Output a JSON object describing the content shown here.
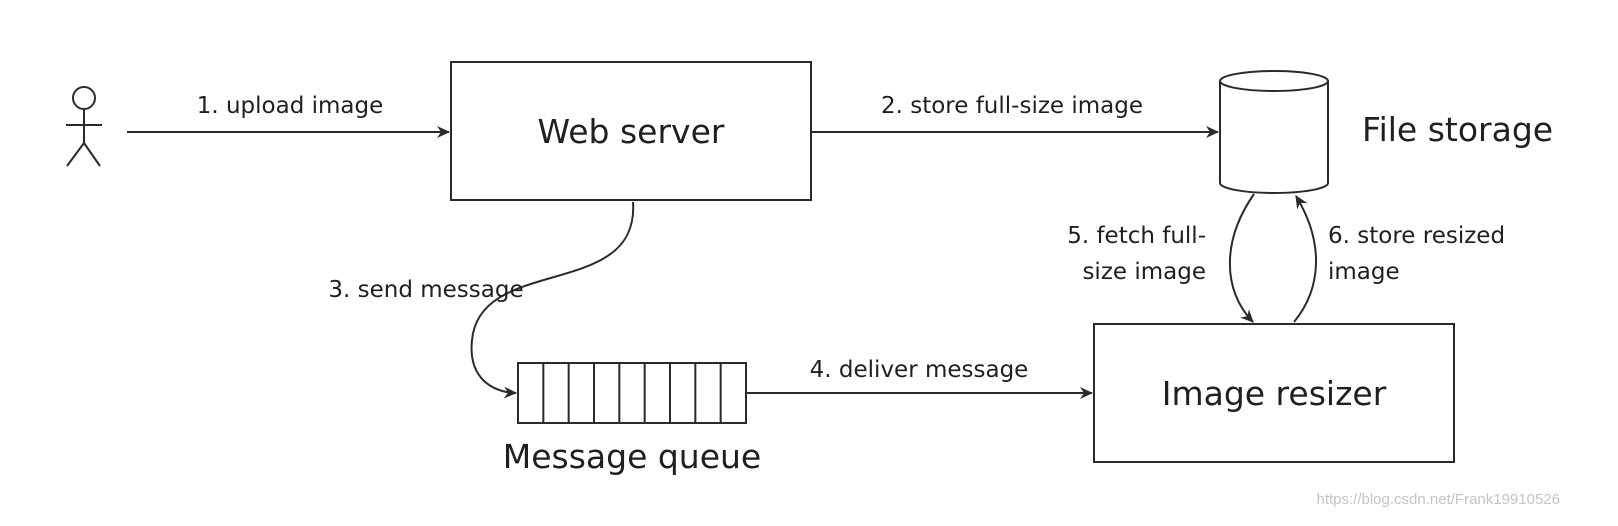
{
  "nodes": {
    "user": {
      "icon": "person-icon"
    },
    "web_server": {
      "label": "Web server"
    },
    "file_storage": {
      "label": "File storage",
      "icon": "database-cylinder-icon"
    },
    "message_queue": {
      "label": "Message queue",
      "icon": "queue-icon",
      "slots": 9
    },
    "image_resizer": {
      "label": "Image resizer"
    }
  },
  "edges": [
    {
      "from": "user",
      "to": "web_server",
      "label": [
        "1. upload image"
      ]
    },
    {
      "from": "web_server",
      "to": "file_storage",
      "label": [
        "2. store full-size image"
      ]
    },
    {
      "from": "web_server",
      "to": "message_queue",
      "label": [
        "3. send message"
      ]
    },
    {
      "from": "message_queue",
      "to": "image_resizer",
      "label": [
        "4. deliver message"
      ]
    },
    {
      "from": "file_storage",
      "to": "image_resizer",
      "label": [
        "5. fetch full-",
        "size image"
      ]
    },
    {
      "from": "image_resizer",
      "to": "file_storage",
      "label": [
        "6. store resized",
        "image"
      ]
    }
  ],
  "watermark": "https://blog.csdn.net/Frank19910526"
}
